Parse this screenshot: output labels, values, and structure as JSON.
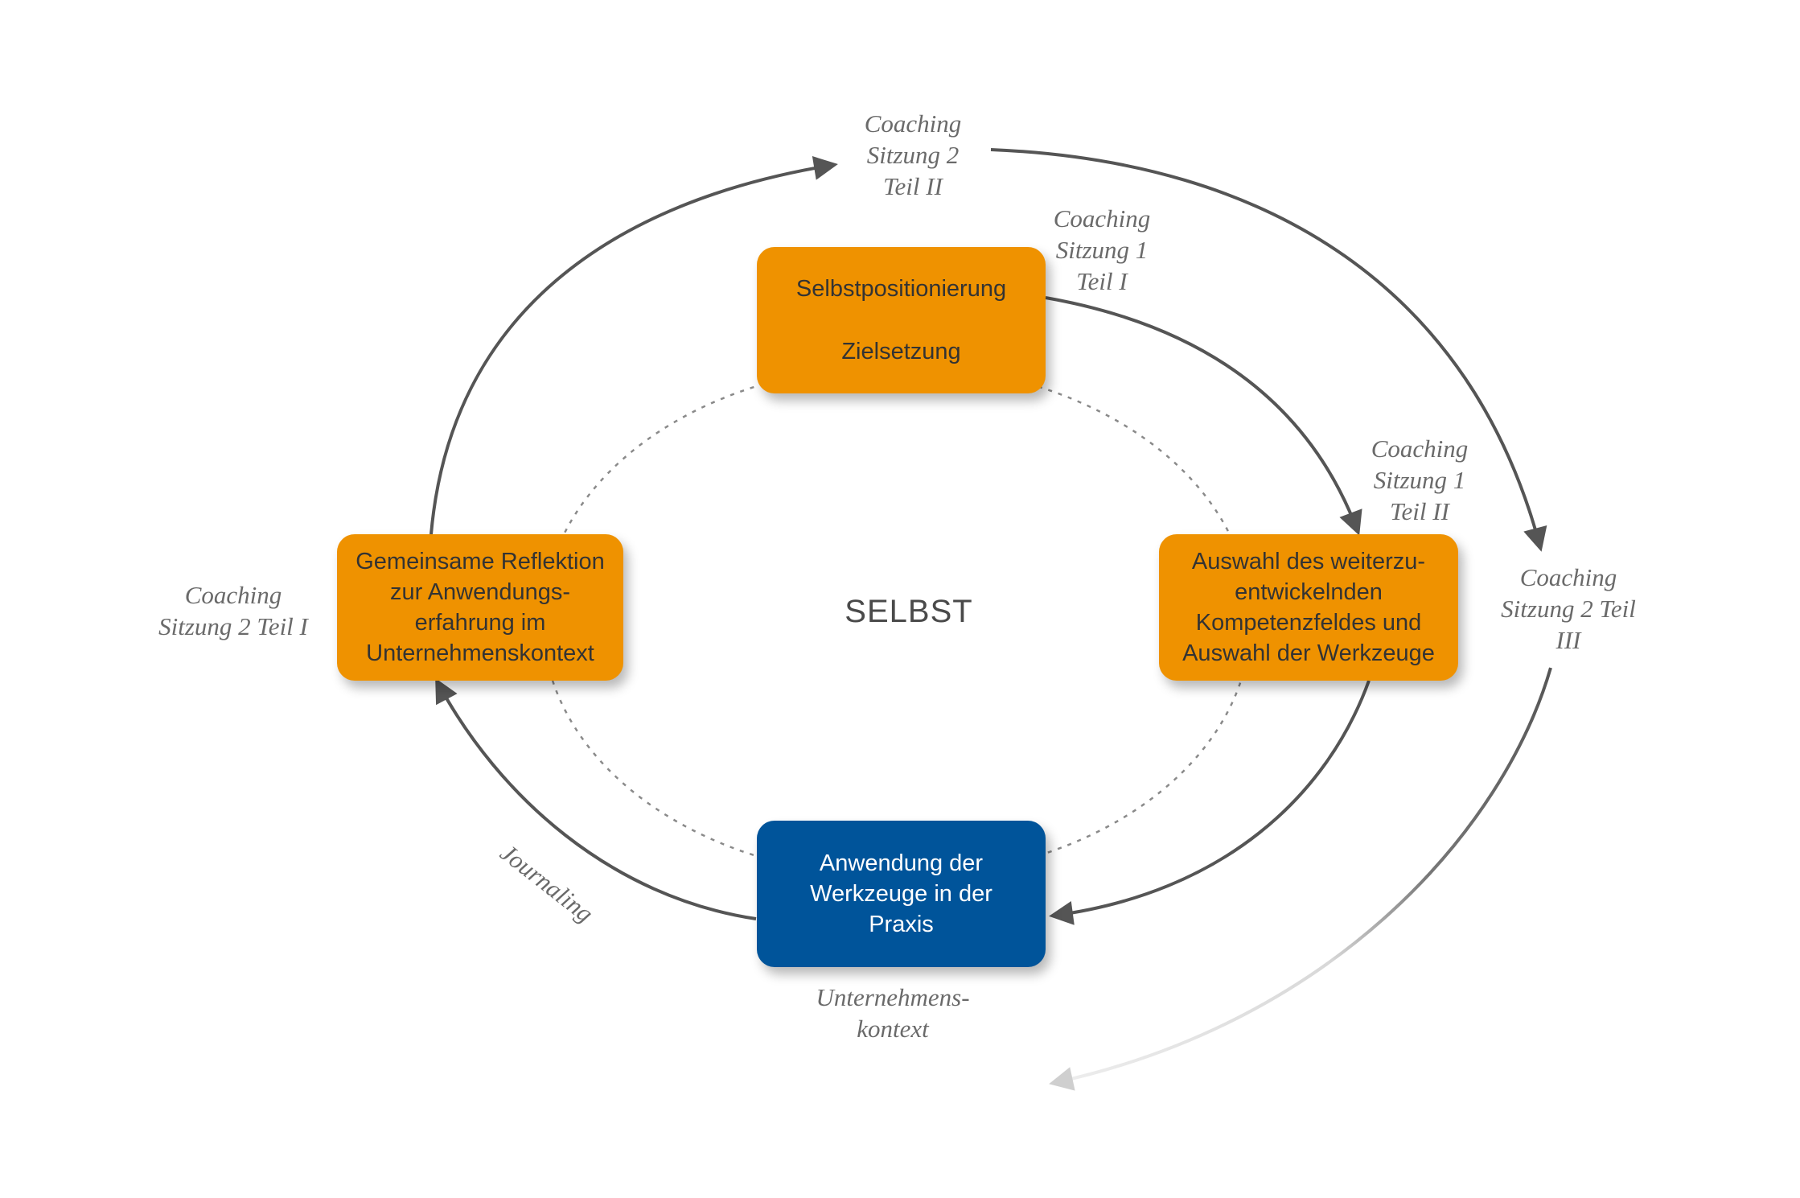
{
  "colors": {
    "orange": "#ef9200",
    "blue": "#00549a",
    "arrow": "#555555",
    "dotted": "#888888",
    "note_text": "#6a6a6a"
  },
  "center_label": "SELBST",
  "boxes": {
    "top": {
      "lines": [
        "Selbstpositionierung",
        "Zielsetzung"
      ]
    },
    "right": {
      "lines": [
        "Auswahl des weiterzu-",
        "entwickelnden",
        "Kompetenzfeldes und",
        "Auswahl der Werkzeuge"
      ]
    },
    "bottom": {
      "lines": [
        "Anwendung der",
        "Werkzeuge in der",
        "Praxis"
      ]
    },
    "left": {
      "lines": [
        "Gemeinsame Reflektion",
        "zur Anwendungs-",
        "erfahrung im",
        "Unternehmenskontext"
      ]
    }
  },
  "notes": {
    "s2_t2": {
      "lines": [
        "Coaching",
        "Sitzung 2",
        "Teil II"
      ]
    },
    "s1_t1": {
      "lines": [
        "Coaching",
        "Sitzung 1",
        "Teil I"
      ]
    },
    "s1_t2": {
      "lines": [
        "Coaching",
        "Sitzung 1",
        "Teil II"
      ]
    },
    "s2_t3": {
      "lines": [
        "Coaching",
        "Sitzung 2 Teil",
        "III"
      ]
    },
    "s2_t1": {
      "lines": [
        "Coaching",
        "Sitzung 2 Teil I"
      ]
    },
    "journaling": {
      "text": "Journaling"
    },
    "unternehmen": {
      "lines": [
        "Unternehmens-",
        "kontext"
      ]
    }
  }
}
